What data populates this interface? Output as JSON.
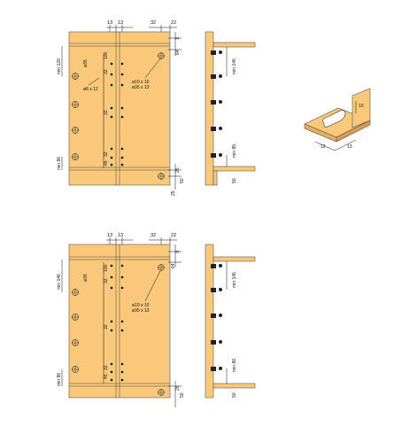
{
  "top": {
    "dims": {
      "a": "13",
      "b": "13",
      "c": "32",
      "d": "22",
      "x": "X",
      "r1": "64",
      "r2": "100",
      "r3": "32",
      "r4": "32",
      "r5": "45",
      "r6": "32",
      "bot1": "25",
      "bot2": "25",
      "bot3": "50",
      "min_top": "min 120",
      "min_bot": "min 86",
      "d35": "ø35",
      "d8": "ø8 x 12",
      "d10": "ø10 x 10",
      "d35b": "ø35 x 13",
      "side_min1": "min 146",
      "side_min2": "min 86",
      "side_50": "50"
    }
  },
  "bottom": {
    "dims": {
      "a": "13",
      "b": "13",
      "c": "32",
      "d": "22",
      "x": "X",
      "r1": "64",
      "r2": "100",
      "r3": "32",
      "r4": "32",
      "r5": "45",
      "r6": "32",
      "bot1": "25",
      "bot3": "50",
      "min_top": "min 146",
      "min_bot": "min 86",
      "d35": "ø35",
      "d10": "ø10 x 10",
      "d35b": "ø35 x 13",
      "side_min1": "min 146",
      "side_min2": "min 86",
      "side_50": "50"
    }
  },
  "detail": {
    "w1": "12",
    "w2": "13",
    "h": "10"
  }
}
